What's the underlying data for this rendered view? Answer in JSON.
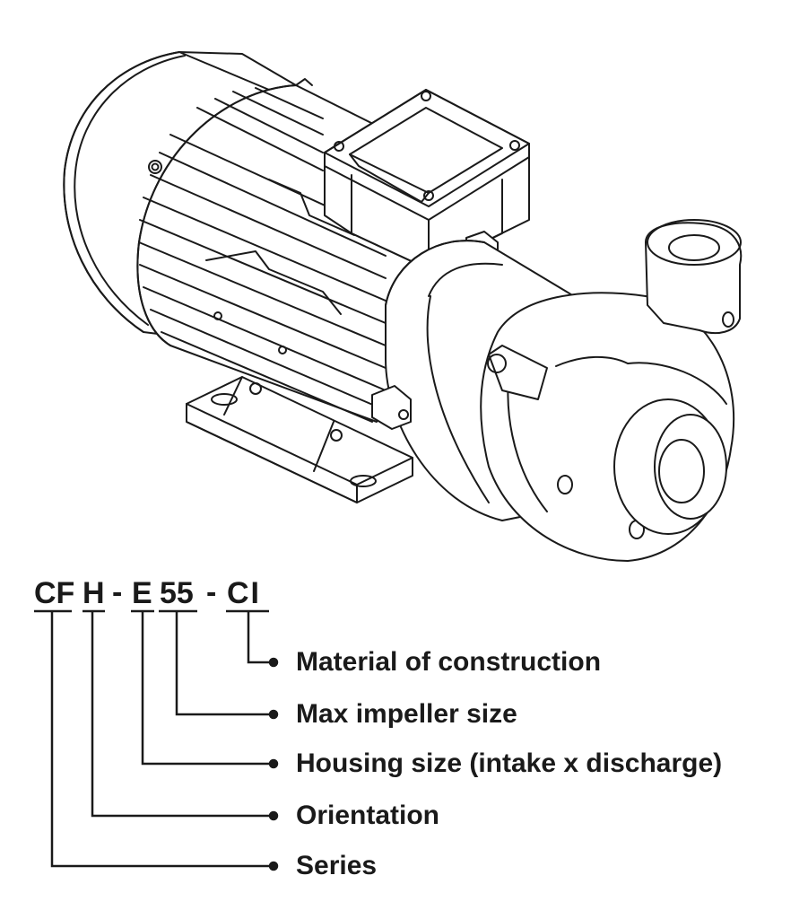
{
  "figure": {
    "subject": "Centrifugal pump with motor, isometric line drawing",
    "line_color": "#1a1a1a",
    "background": "#ffffff"
  },
  "model_code": {
    "segments": [
      {
        "code": "CF",
        "meaning": "Series"
      },
      {
        "code": "H",
        "meaning": "Orientation"
      },
      {
        "code": "E",
        "meaning": "Housing size (intake x discharge)"
      },
      {
        "code": "55",
        "meaning": "Max impeller size"
      },
      {
        "code": "CI",
        "meaning": "Material of construction"
      }
    ],
    "separator": "-"
  },
  "labels": {
    "material": "Material of construction",
    "impeller": "Max impeller size",
    "housing": "Housing size (intake x discharge)",
    "orientation": "Orientation",
    "series": "Series"
  }
}
